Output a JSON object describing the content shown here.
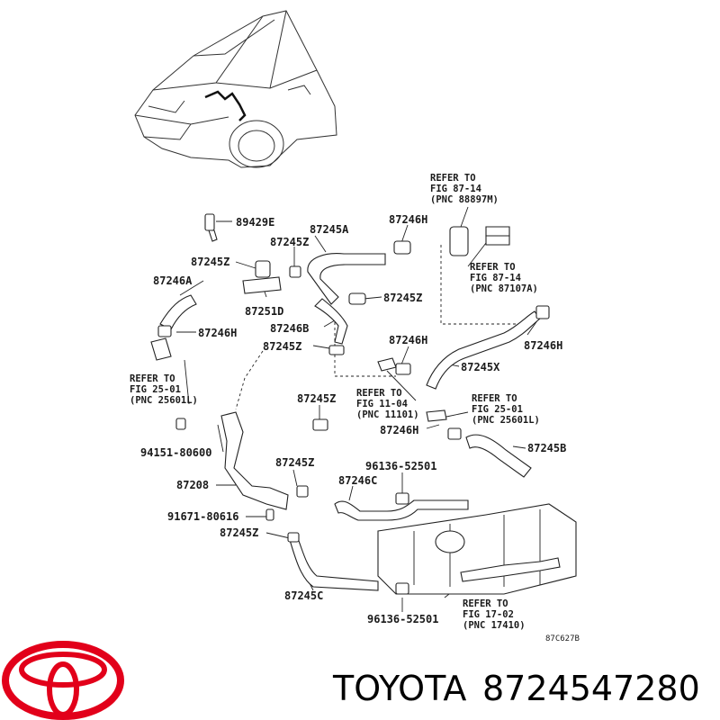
{
  "labels": {
    "p89429E": "89429E",
    "p87245A": "87245A",
    "p87246H_top": "87246H",
    "p87245Z_a": "87245Z",
    "p87245Z_b": "87245Z",
    "p87246A": "87246A",
    "p87245Z_c": "87245Z",
    "p87251D": "87251D",
    "p87246B": "87246B",
    "p87246H_left": "87246H",
    "p87245Z_d": "87245Z",
    "p87246H_mid": "87246H",
    "p87246H_right": "87246H",
    "p87245X": "87245X",
    "p87245Z_e": "87245Z",
    "p87246H_low": "87246H",
    "p87245B": "87245B",
    "p94151": "94151-80600",
    "p87245Z_f": "87245Z",
    "p96136_top": "96136-52501",
    "p87208": "87208",
    "p87246C": "87246C",
    "p91671": "91671-80616",
    "p87245Z_g": "87245Z",
    "p87245C": "87245C",
    "p96136_bot": "96136-52501"
  },
  "refs": {
    "r1": [
      "REFER TO",
      "FIG 87-14",
      "(PNC 88897M)"
    ],
    "r2": [
      "REFER TO",
      "FIG 87-14",
      "(PNC 87107A)"
    ],
    "r3": [
      "REFER TO",
      "FIG 25-01",
      "(PNC 25601L)"
    ],
    "r4": [
      "REFER TO",
      "FIG 11-04",
      "(PNC 11101)"
    ],
    "r5": [
      "REFER TO",
      "FIG 25-01",
      "(PNC 25601L)"
    ],
    "r6": [
      "REFER TO",
      "FIG 17-02",
      "(PNC 17410)"
    ]
  },
  "diagram_code": "87C627B",
  "footer": {
    "brand": "TOYOTA",
    "part_number": "8724547280",
    "logo_color": "#e2001a"
  }
}
